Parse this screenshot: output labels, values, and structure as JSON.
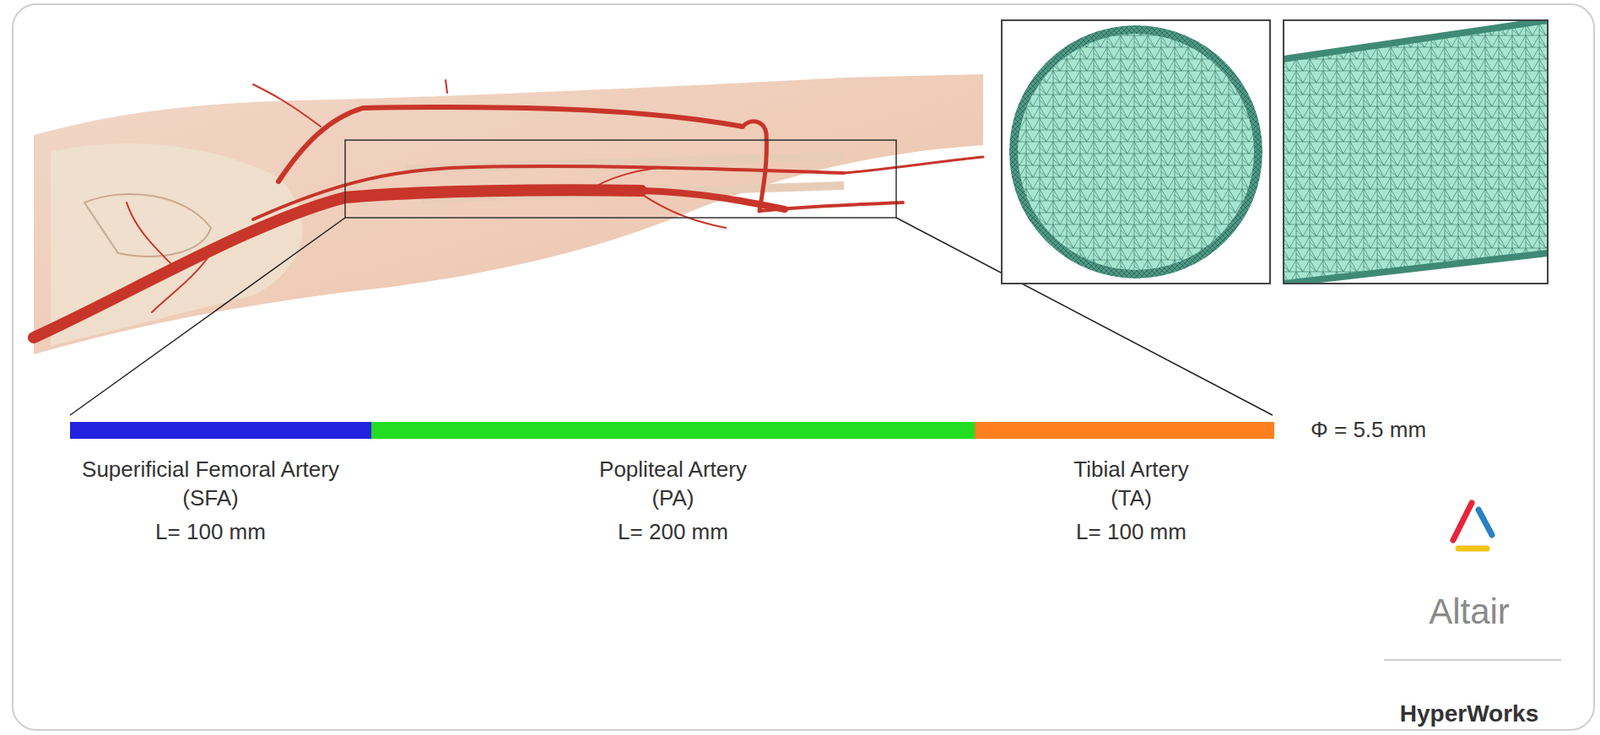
{
  "diagram": {
    "nodes": [
      {
        "text": [
          "Superificial Femoral Artery (SFA)",
          "L= 100 mm"
        ]
      },
      {
        "text": [
          "Popliteal Artery (PA)",
          "L= 200 mm"
        ]
      },
      {
        "text": [
          "Tibial Artery (TA)",
          "L= 100 mm"
        ]
      }
    ],
    "labels": [
      "Φ = 5.5 mm",
      "Altair",
      "HyperWorks"
    ]
  }
}
